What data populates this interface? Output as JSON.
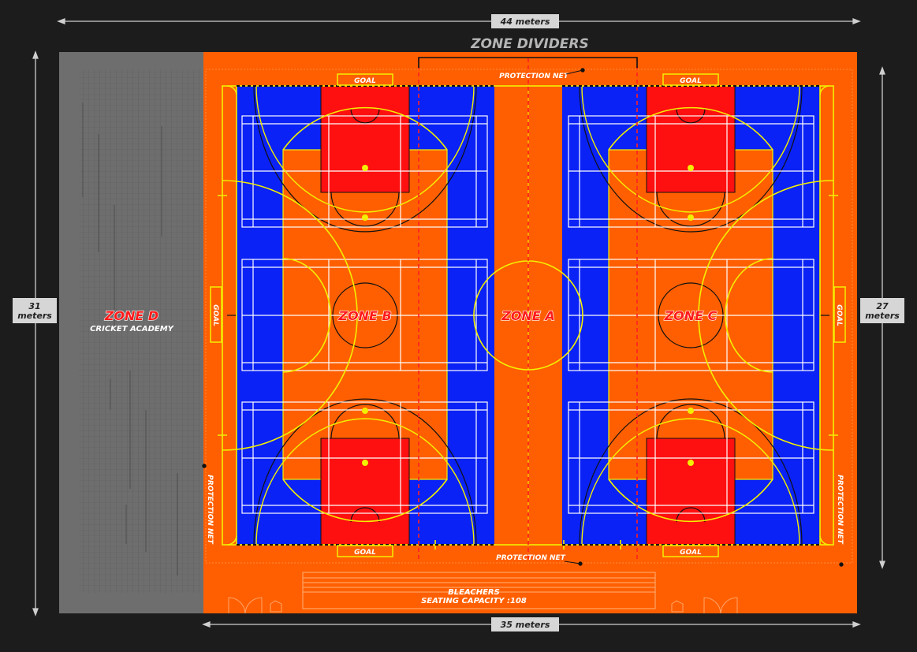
{
  "dimensions": {
    "top": "44 meters",
    "bottom": "35 meters",
    "left_value": "31",
    "left_unit": "meters",
    "right_value": "27",
    "right_unit": "meters"
  },
  "title": "ZONE DIVIDERS",
  "zones": {
    "a": "ZONE A",
    "b": "ZONE B",
    "c": "ZONE C",
    "d": "ZONE D",
    "d_sub": "CRICKET ACADEMY"
  },
  "labels": {
    "goal": "GOAL",
    "protection_net": "PROTECTION NET",
    "bleachers": "BLEACHERS",
    "seating": "SEATING CAPACITY :108"
  },
  "colors": {
    "background": "#1c1c1c",
    "turf_orange": "#ff5f00",
    "court_blue": "#0a22f5",
    "key_red": "#ff1010",
    "line_yellow": "#f2f000",
    "divider_red": "#ff2020",
    "cricket_grey": "#6e6e6e"
  }
}
